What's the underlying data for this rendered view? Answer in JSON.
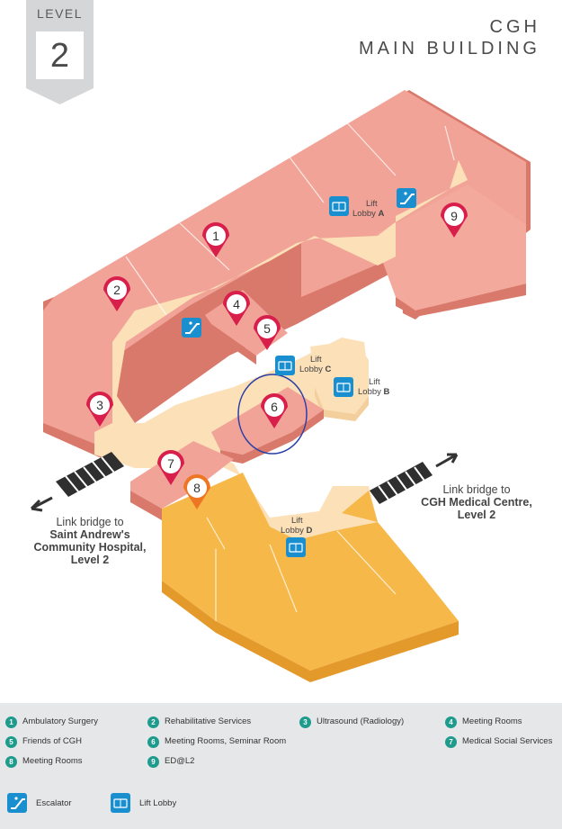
{
  "level": {
    "word": "LEVEL",
    "number": "2"
  },
  "building": {
    "line1": "CGH",
    "line2": "MAIN BUILDING"
  },
  "lift_labels": {
    "a": {
      "top": "Lift",
      "bottom": "Lobby",
      "letter": "A"
    },
    "b": {
      "top": "Lift",
      "bottom": "Lobby",
      "letter": "B"
    },
    "c": {
      "top": "Lift",
      "bottom": "Lobby",
      "letter": "C"
    },
    "d": {
      "top": "Lift",
      "bottom": "Lobby",
      "letter": "D"
    }
  },
  "pins": [
    "1",
    "2",
    "3",
    "4",
    "5",
    "6",
    "7",
    "8",
    "9"
  ],
  "bridges": {
    "left": {
      "line1": "Link bridge to",
      "line2": "Saint Andrew's",
      "line3": "Community Hospital,",
      "line4": "Level 2"
    },
    "right": {
      "line1": "Link bridge to",
      "line2": "CGH Medical Centre,",
      "line3": "Level 2"
    }
  },
  "legend": {
    "items": [
      {
        "num": "1",
        "label": "Ambulatory Surgery"
      },
      {
        "num": "2",
        "label": "Rehabilitative Services"
      },
      {
        "num": "3",
        "label": "Ultrasound (Radiology)"
      },
      {
        "num": "4",
        "label": "Meeting Rooms"
      },
      {
        "num": "5",
        "label": "Friends of CGH"
      },
      {
        "num": "6",
        "label": "Meeting Rooms, Seminar Room"
      },
      {
        "num": "7",
        "label": "Medical Social Services"
      },
      {
        "num": "8",
        "label": "Meeting Rooms"
      },
      {
        "num": "9",
        "label": "ED@L2"
      }
    ],
    "escalator": "Escalator",
    "lift_lobby": "Lift Lobby"
  },
  "colors": {
    "zone_pink": "#f2a397",
    "zone_pink_side": "#d9796b",
    "corridor": "#fbe0b8",
    "zone_orange": "#f7b84a",
    "zone_orange_side": "#e49a2b",
    "pin_red": "#d81e4b",
    "pin_orange": "#ee7623",
    "icon_blue": "#1a8fd0",
    "legend_teal": "#1e9b8c",
    "highlight_circle": "#2b3ea8"
  }
}
